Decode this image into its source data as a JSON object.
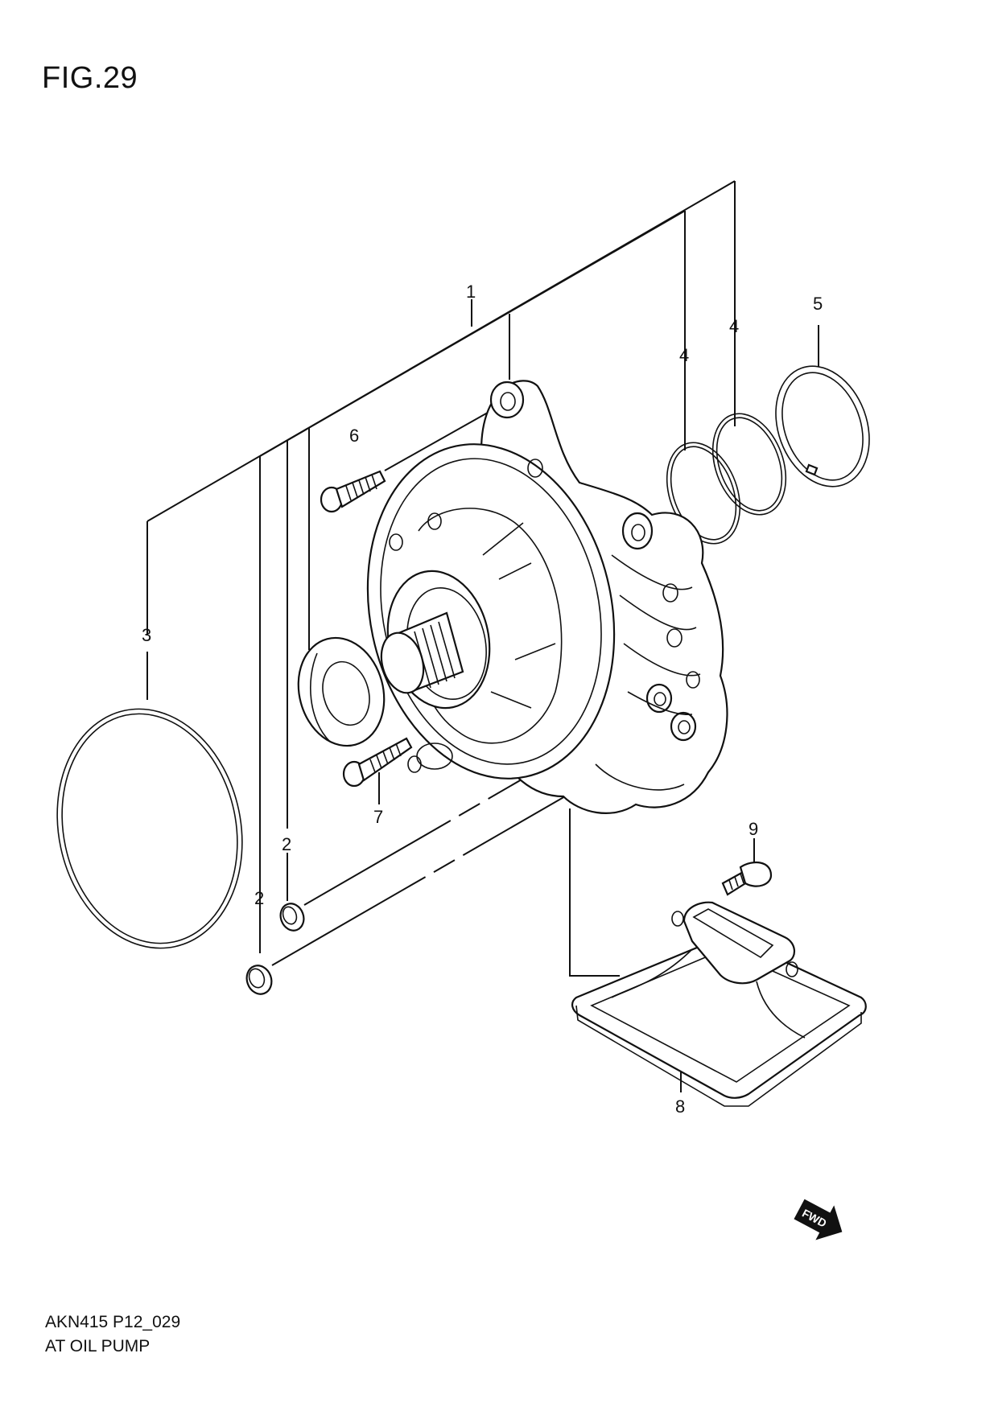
{
  "figure": {
    "title": "FIG.29",
    "code": "AKN415 P12_029",
    "name": "AT OIL PUMP"
  },
  "callouts": [
    {
      "id": "c1",
      "label": "1"
    },
    {
      "id": "c2a",
      "label": "2"
    },
    {
      "id": "c2b",
      "label": "2"
    },
    {
      "id": "c3",
      "label": "3"
    },
    {
      "id": "c4a",
      "label": "4"
    },
    {
      "id": "c4b",
      "label": "4"
    },
    {
      "id": "c5",
      "label": "5"
    },
    {
      "id": "c6",
      "label": "6"
    },
    {
      "id": "c7",
      "label": "7"
    },
    {
      "id": "c8",
      "label": "8"
    },
    {
      "id": "c9",
      "label": "9"
    }
  ],
  "fwd_badge": "FWD",
  "icons": {
    "fwd": "forward-arrow-icon"
  }
}
